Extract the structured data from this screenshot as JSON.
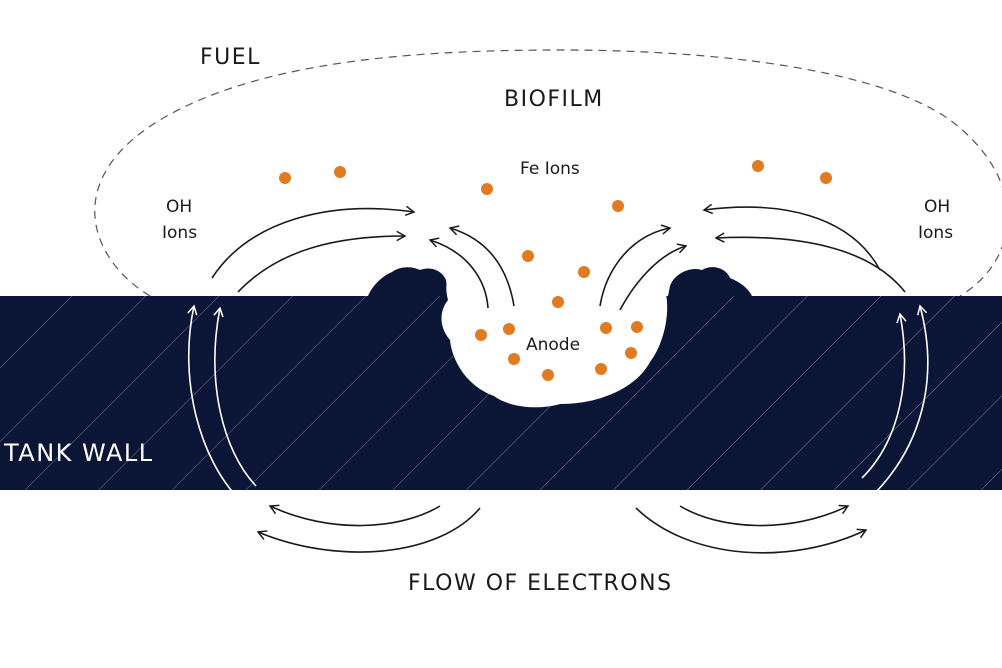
{
  "labels": {
    "fuel": "FUEL",
    "biofilm": "BIOFILM",
    "fe_ions": "Fe Ions",
    "oh_ions_left_line1": "OH",
    "oh_ions_left_line2": "Ions",
    "oh_ions_right_line1": "OH",
    "oh_ions_right_line2": "Ions",
    "anode": "Anode",
    "tank_wall": "TANK WALL",
    "flow_of_electrons": "FLOW OF ELECTRONS"
  },
  "colors": {
    "tank_wall": "#0b1535",
    "ion_dot": "#e07b22",
    "biofilm_outline": "#555555",
    "text": "#1a1a1a"
  },
  "icons": {
    "ion": "orange-dot",
    "deposit": "dark-blob"
  }
}
